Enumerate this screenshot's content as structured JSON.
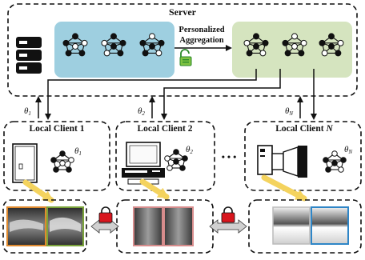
{
  "server": {
    "label": "Server",
    "aggregation_line1": "Personalized",
    "aggregation_line2": "Aggregation",
    "global_panel_color": "#9ecfe0",
    "personal_panel_color": "#d5e4bf"
  },
  "links": {
    "theta_1": "θ",
    "theta_1_sub": "1",
    "theta_2": "θ",
    "theta_2_sub": "2",
    "theta_n": "θ",
    "theta_n_sub": "N"
  },
  "clients": [
    {
      "label": "Local Client 1",
      "theta": "θ",
      "theta_sub": "1",
      "device_icon": "door-icon",
      "image_border": "#e08a2e"
    },
    {
      "label": "Local Client 2",
      "theta": "θ",
      "theta_sub": "2",
      "device_icon": "computer-icon",
      "image_border": "#d78c8c"
    },
    {
      "label_prefix": "Local Client ",
      "label_italic": "N",
      "theta": "θ",
      "theta_sub": "N",
      "device_icon": "scanner-icon",
      "image_border": "#2f86c7"
    }
  ],
  "ellipsis": "• • •",
  "icons": {
    "database": "database-icon",
    "unlock": "unlock-icon",
    "lock": "lock-icon",
    "arrow_accent": "#f4d35e",
    "lock_color": "#d8161e"
  }
}
